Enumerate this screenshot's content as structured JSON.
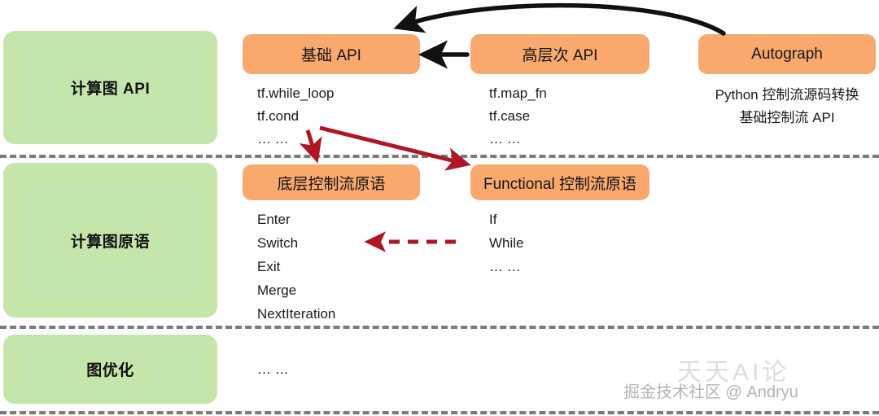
{
  "diagram": {
    "title": "TensorFlow control flow layering",
    "colors": {
      "layer_green": "#c5e6ab",
      "node_orange": "#f9a96e",
      "divider_gray": "#7b7b7b",
      "arrow_black": "#111111",
      "arrow_red": "#b01523",
      "text_dark": "#141414"
    },
    "layers": [
      {
        "label": "计算图 API"
      },
      {
        "label": "计算图原语"
      },
      {
        "label": "图优化"
      }
    ],
    "nodes": {
      "basic_api": {
        "label": "基础 API"
      },
      "highlevel_api": {
        "label": "高层次 API"
      },
      "autograph": {
        "label": "Autograph"
      },
      "lowlevel_primitives": {
        "label": "底层控制流原语"
      },
      "functional_primitives": {
        "label": "Functional 控制流原语"
      }
    },
    "lists": {
      "basic_api_items": [
        "tf.while_loop",
        "tf.cond",
        "… …"
      ],
      "highlevel_api_items": [
        "tf.map_fn",
        "tf.case",
        "… …"
      ],
      "autograph_desc": [
        "Python 控制流源码转换",
        "基础控制流 API"
      ],
      "lowlevel_primitive_items": [
        "Enter",
        "Switch",
        "Exit",
        "Merge",
        "NextIteration"
      ],
      "functional_primitive_items": [
        "If",
        "While",
        "… …"
      ],
      "graph_opt_items": [
        "… …"
      ]
    },
    "watermark": {
      "text": "掘金技术社区 @ Andryu",
      "ghost": "天天AI论"
    }
  }
}
